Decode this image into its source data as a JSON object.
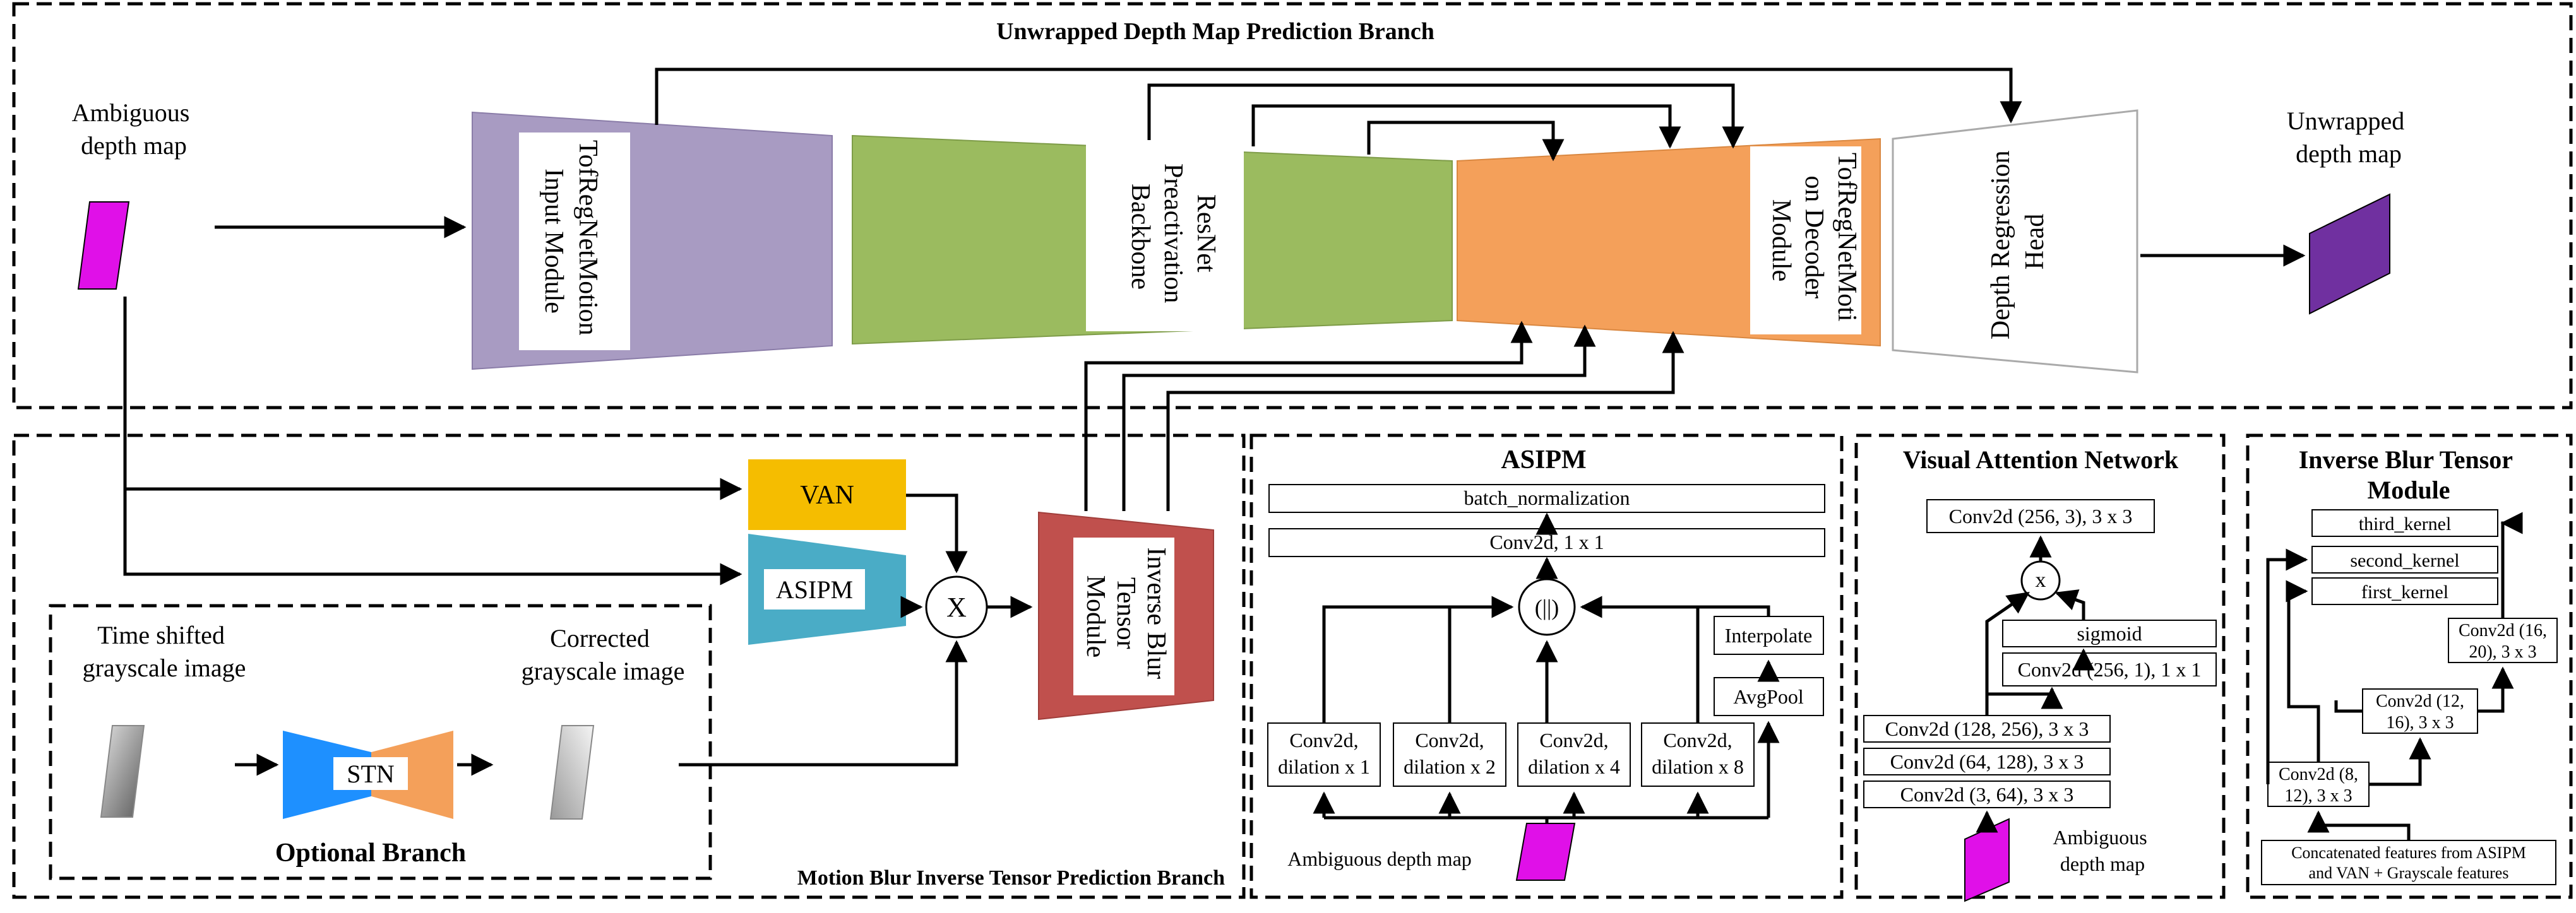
{
  "top_branch": {
    "title": "Unwrapped Depth Map Prediction Branch",
    "input_label": [
      "Ambiguous",
      "depth map"
    ],
    "output_label": [
      "Unwrapped",
      "depth map"
    ],
    "input_module": [
      "TofRegNetMotion",
      "Input Module"
    ],
    "backbone": [
      "ResNet",
      "Preactivation",
      "Backbone"
    ],
    "decoder": [
      "TofRegNetMoti",
      "on Decoder",
      "Module"
    ],
    "head": [
      "Depth Regression",
      "Head"
    ]
  },
  "motion_branch": {
    "title": "Motion Blur Inverse Tensor Prediction Branch",
    "van": "VAN",
    "asipm": "ASIPM",
    "multiply": "X",
    "ibt_module": [
      "Inverse Blur",
      "Tensor",
      "Module"
    ],
    "optional": {
      "title": "Optional Branch",
      "input_label": [
        "Time shifted",
        "grayscale image"
      ],
      "output_label": [
        "Corrected",
        "grayscale image"
      ],
      "stn": "STN"
    }
  },
  "asipm_panel": {
    "title": "ASIPM",
    "batch_norm": "batch_normalization",
    "conv_1x1": "Conv2d, 1 x 1",
    "concat": "(||)",
    "interpolate": "Interpolate",
    "avgpool": "AvgPool",
    "convs": [
      [
        "Conv2d,",
        "dilation x 1"
      ],
      [
        "Conv2d,",
        "dilation x 2"
      ],
      [
        "Conv2d,",
        "dilation x 4"
      ],
      [
        "Conv2d,",
        "dilation x 8"
      ]
    ],
    "input_label": "Ambiguous depth map"
  },
  "van_panel": {
    "title": "Visual Attention Network",
    "top_conv": "Conv2d (256, 3), 3 x 3",
    "multiply": "x",
    "sigmoid": "sigmoid",
    "conv_256_1": "Conv2d (256, 1), 1 x 1",
    "stack": [
      "Conv2d (128, 256), 3 x 3",
      "Conv2d (64, 128), 3 x 3",
      "Conv2d (3, 64), 3 x 3"
    ],
    "input_label": [
      "Ambiguous",
      "depth map"
    ]
  },
  "ibt_panel": {
    "title": [
      "Inverse Blur Tensor",
      "Module"
    ],
    "kernels": [
      "third_kernel",
      "second_kernel",
      "first_kernel"
    ],
    "conv_16_20": [
      "Conv2d (16,",
      "20), 3 x 3"
    ],
    "conv_12_16": [
      "Conv2d (12,",
      "16), 3 x 3"
    ],
    "conv_8_12": [
      "Conv2d (8,",
      "12), 3 x 3"
    ],
    "input_label": [
      "Concatenated features from ASIPM",
      "and VAN + Grayscale features"
    ]
  },
  "colors": {
    "purple_module": "#a89bc2",
    "green_backbone": "#9bbb5f",
    "orange_decoder": "#f4a05a",
    "magenta_input": "#e010e8",
    "purple_output": "#7030a0",
    "van_yellow": "#f5bd00",
    "asipm_teal": "#4aacc6",
    "ibt_red": "#c0504d",
    "stn_blue": "#1e90ff",
    "stn_orange": "#f4a05a"
  }
}
